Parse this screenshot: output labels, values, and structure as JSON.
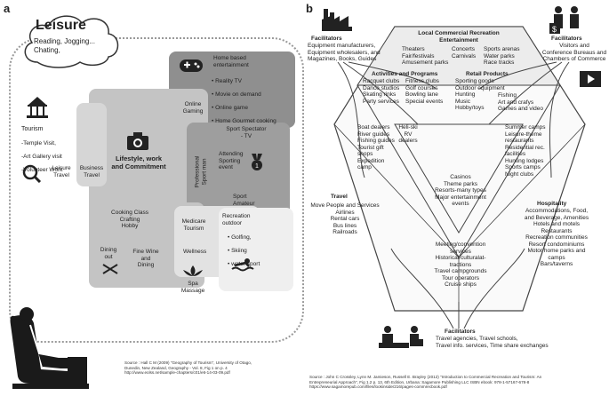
{
  "panel_a": {
    "label": "a",
    "cloud_title": "Leisure",
    "cloud_text": "Reading, Jogging...\nChating,",
    "home_entertainment": "Home based\nentertainment",
    "home_items": [
      "Reality TV",
      "Movie on demand",
      "Online game",
      "Home Gourmet cooking"
    ],
    "online_gaming": "Online\nGaming",
    "tourism": "Tourism",
    "tourism_items": [
      "-Temple Visit,",
      "-Art Gallery visit",
      "-Volunteer Work"
    ],
    "leisure_travel": "Leisure\nTravel",
    "business_travel": "Business\nTravel",
    "center": "Lifestyle, work\nand Commitment",
    "sport_spectator": "Sport Spectator\n- TV",
    "professional_sportman": "Professional\nSport man",
    "attending_sporting": "Attending\nSporting\nevent",
    "sport_amateur": "Sport\nAmateur",
    "cooking_class": "Cooking Class\nCrafting\nHobby",
    "medicare_tourism": "Medicare\nTourism",
    "recreation_outdoor": "Recreation\noutdoor",
    "recreation_items": [
      "Golfing,",
      "Skiing",
      "water sport"
    ],
    "dining_out": "Dining\nout",
    "fine_wine": "Fine Wine\nand\nDining",
    "wellness": "Wellness",
    "spa": "Spa\nMassage",
    "source": "Source : Hall C M (2009) \"Geography of Tourism\", University of Otago,\nDunedin, New Zealand, Geography - Vol. 8, Fig 1 on p. 4\nhttp://www.eolss.net/sample-chapters/c01/e6-14-03-09.pdf"
  },
  "panel_b": {
    "label": "b",
    "facilitators_left_title": "Facilitators",
    "facilitators_left_text": "Equipment manufacturers,\nEquipment wholesalers, and\nMagazines, Books, Guides",
    "facilitators_right_title": "Facilitators",
    "facilitators_right_text": "Visitors and\nConference Bureaus and\nChambers of Commerce",
    "facilitators_bottom_title": "Facilitators",
    "facilitators_bottom_text": "Travel agencies, Travel schools,\nTravel info. services, Time share exchanges",
    "local_commercial": "Local Commercial Recreation",
    "entertainment": "Entertainment",
    "ent_col1": "Theaters\nFair/festivals\nAmusement parks",
    "ent_col2": "Concerts\nCarnivals",
    "ent_col3": "Sports arenas\nWater parks\nRace tracks",
    "activities_title": "Activities and Programs",
    "act_col1": "Racquet clubs\nDance studios\nSkating rinks\nParty services",
    "act_col2": "Fitness clubs\nGolf courses\nBowling lane\nSpecial events",
    "retail_title": "Retail Products",
    "retail_col1": "Sporting goods\nOutdoor equipment\nHunting\nMusic\nHobby/toys",
    "retail_col2": "Fishing\nArt and crafys\nGames and video",
    "boat_dealers": "Boat dealers\nRiver guides\nFishing guides\nTourist gift\nshops\nExpedition\ncamp",
    "heli_ski": "Heli-ski\nRV\ndealers",
    "summer_camps": "Summer camps\nLeisure-theme\nrestaurants\nResidential rec.\nfacilities\nHunting lodges\nSports camps\nNight clubs",
    "casinos": "Casinos\nTheme parks\nResorts-many types\nMajor entertainment\nevents",
    "travel_title": "Travel",
    "travel_items": "Move People and Services\nAirlines\nRental cars\nBus lines\nRailroads",
    "hospitality_title": "Hospitality",
    "hospitality_items": "Accommodations, Food,\nand Beverage, Amenities\nHotels and motels\nRestaurants\nRecreation communities\nResort condominiums\nMotor home parks and\ncamps\nBars/taverns",
    "meeting": "Meeting/convention\nservices\nHistorical/culturalat-\ntractions\nTravel campgrounds\nTour operators\nCruise ships",
    "source": "Source : John C Crossley, Lynn M. Jamieson, Russell E. Brayley (2012) \"Introduction to Commercial Recreation and Tourism: An\nEntrepreneurial Approach\", Fig 1.2 p. 13, 6th Edition, Urbana: Sagamore Publishing LLC ISBN ebook: 978-1-57167-678-8\nhttps://www.sagamorepub.com/files/lookinside/216/pages-commrecbook.pdf"
  },
  "colors": {
    "dark": "#8f8f8f",
    "mid": "#c4c4c4",
    "light": "#e2e2e2",
    "lightest": "#efefef"
  }
}
